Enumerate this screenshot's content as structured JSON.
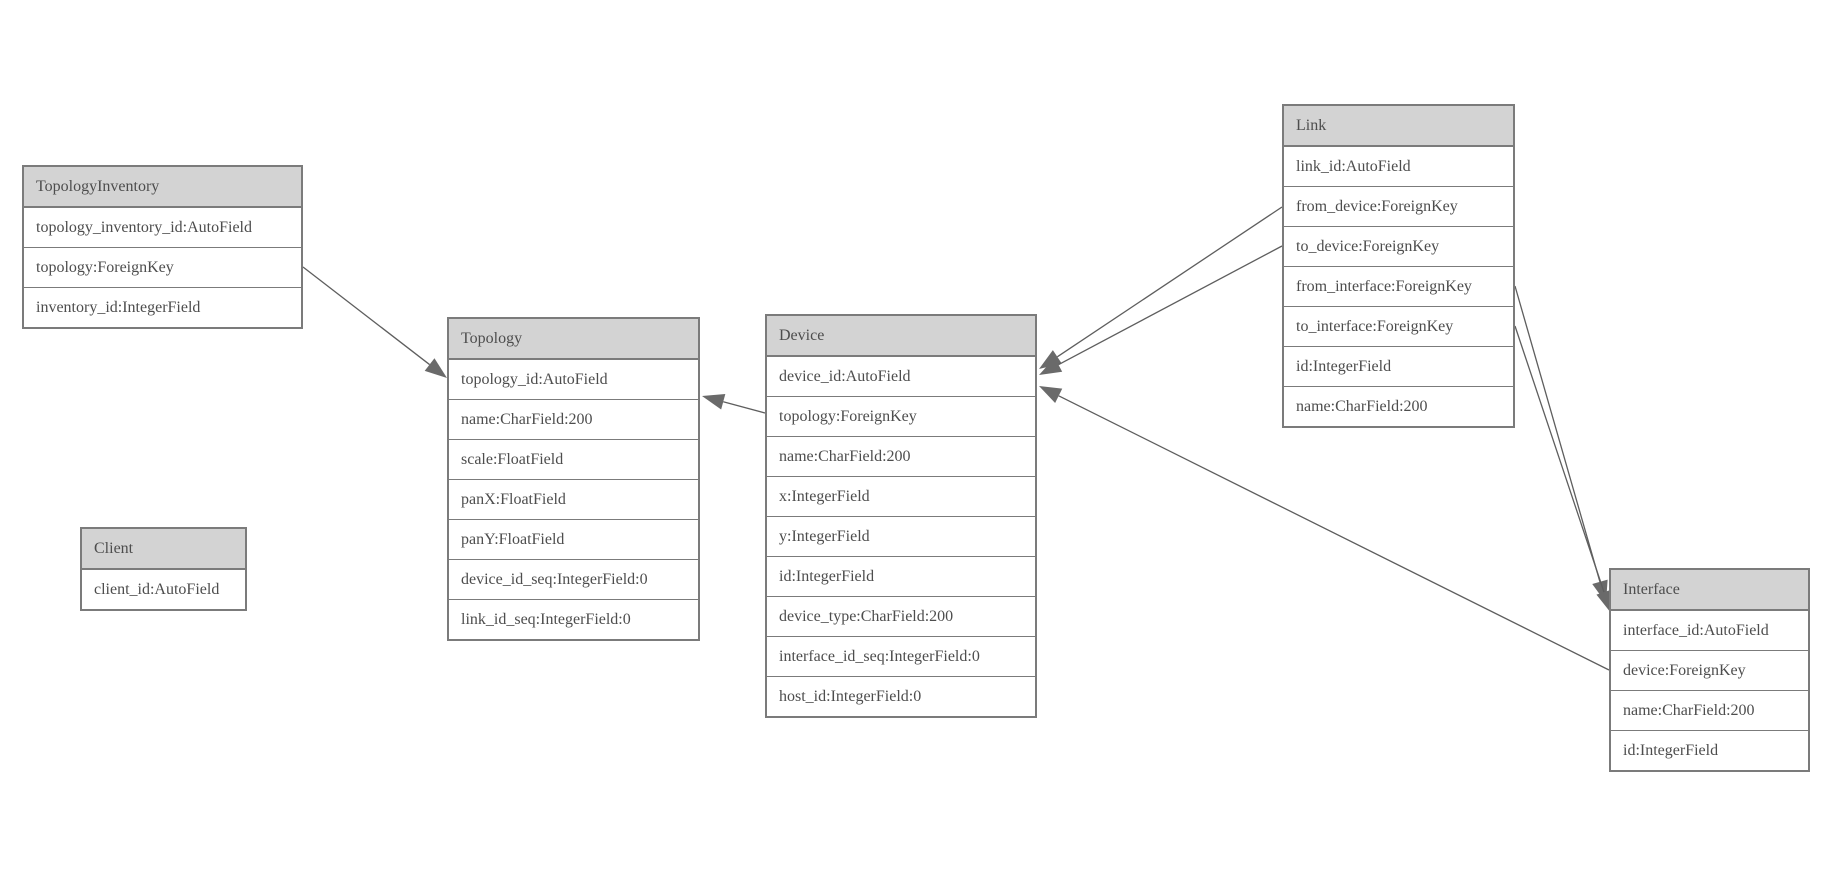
{
  "diagram": {
    "colors": {
      "background": "#ffffff",
      "header_bg": "#d3d3d3",
      "border": "#7b7b7b",
      "text": "#4d4d4d",
      "edge_line": "#5e5e5e",
      "arrow_fill": "#6a6a6a"
    },
    "entities": [
      {
        "name": "TopologyInventory",
        "fields": [
          "topology_inventory_id:AutoField",
          "topology:ForeignKey",
          "inventory_id:IntegerField"
        ]
      },
      {
        "name": "Topology",
        "fields": [
          "topology_id:AutoField",
          "name:CharField:200",
          "scale:FloatField",
          "panX:FloatField",
          "panY:FloatField",
          "device_id_seq:IntegerField:0",
          "link_id_seq:IntegerField:0"
        ]
      },
      {
        "name": "Client",
        "fields": [
          "client_id:AutoField"
        ]
      },
      {
        "name": "Device",
        "fields": [
          "device_id:AutoField",
          "topology:ForeignKey",
          "name:CharField:200",
          "x:IntegerField",
          "y:IntegerField",
          "id:IntegerField",
          "device_type:CharField:200",
          "interface_id_seq:IntegerField:0",
          "host_id:IntegerField:0"
        ]
      },
      {
        "name": "Link",
        "fields": [
          "link_id:AutoField",
          "from_device:ForeignKey",
          "to_device:ForeignKey",
          "from_interface:ForeignKey",
          "to_interface:ForeignKey",
          "id:IntegerField",
          "name:CharField:200"
        ]
      },
      {
        "name": "Interface",
        "fields": [
          "interface_id:AutoField",
          "device:ForeignKey",
          "name:CharField:200",
          "id:IntegerField"
        ]
      }
    ],
    "relationships": [
      {
        "from_entity": "TopologyInventory",
        "from_field": "topology",
        "to_entity": "Topology"
      },
      {
        "from_entity": "Device",
        "from_field": "topology",
        "to_entity": "Topology"
      },
      {
        "from_entity": "Link",
        "from_field": "from_device",
        "to_entity": "Device"
      },
      {
        "from_entity": "Link",
        "from_field": "to_device",
        "to_entity": "Device"
      },
      {
        "from_entity": "Interface",
        "from_field": "device",
        "to_entity": "Device"
      },
      {
        "from_entity": "Link",
        "from_field": "from_interface",
        "to_entity": "Interface"
      },
      {
        "from_entity": "Link",
        "from_field": "to_interface",
        "to_entity": "Interface"
      }
    ]
  }
}
